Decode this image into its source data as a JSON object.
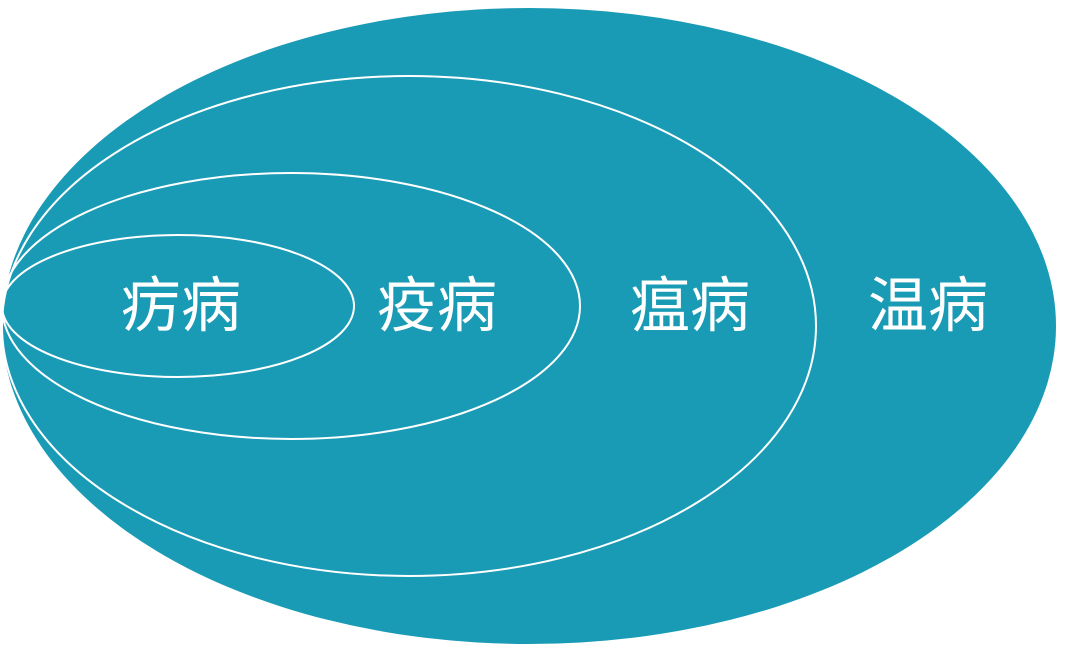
{
  "diagram": {
    "fill_color": "#1a9bb5",
    "line_color": "#ffffff",
    "rings": [
      {
        "label": "疠病"
      },
      {
        "label": "疫病"
      },
      {
        "label": "瘟病"
      },
      {
        "label": "温病"
      }
    ]
  }
}
